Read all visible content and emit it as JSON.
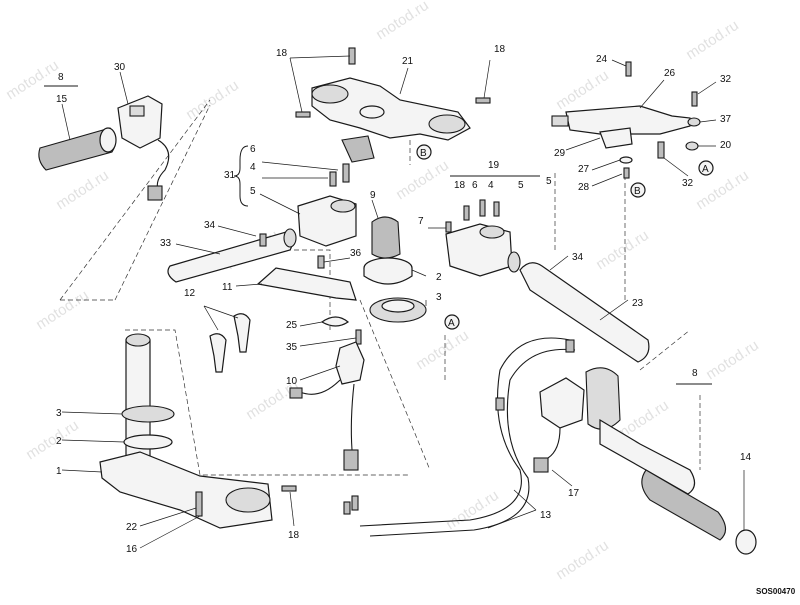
{
  "drawing_code": "SOS00470",
  "watermark_text": "motod.ru",
  "callouts": {
    "c1": "1",
    "c2": "2",
    "c3": "3",
    "c2b": "2",
    "c3b": "3",
    "c4": "4",
    "c4b": "4",
    "c5": "5",
    "c5b": "5",
    "c5c": "5",
    "c6": "6",
    "c6b": "6",
    "c7": "7",
    "c8": "8",
    "c8b": "8",
    "c9": "9",
    "c10": "10",
    "c11": "11",
    "c12": "12",
    "c13": "13",
    "c14": "14",
    "c15": "15",
    "c16": "16",
    "c17": "17",
    "c18a": "18",
    "c18b": "18",
    "c18c": "18",
    "c18d": "18",
    "c19": "19",
    "c20": "20",
    "c21": "21",
    "c22": "22",
    "c23": "23",
    "c24": "24",
    "c25": "25",
    "c26": "26",
    "c27": "27",
    "c28": "28",
    "c29": "29",
    "c30": "30",
    "c31": "31",
    "c32a": "32",
    "c32b": "32",
    "c33": "33",
    "c34a": "34",
    "c34b": "34",
    "c35": "35",
    "c36": "36",
    "c37": "37"
  },
  "reference_marks": {
    "a1": "A",
    "a2": "A",
    "a3": "A",
    "b1": "B",
    "b2": "B"
  },
  "colors": {
    "ink": "#1a1a1a",
    "background": "#ffffff",
    "watermark": "#c9c9c9"
  }
}
